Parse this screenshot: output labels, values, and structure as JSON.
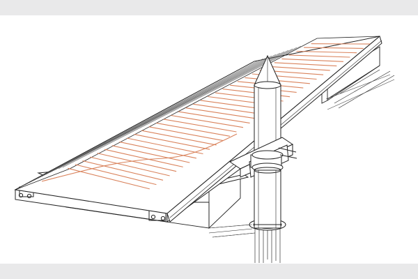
{
  "illustration": {
    "colors": {
      "background_band": "#e9e9ea",
      "panel": "#ffffff",
      "line": "#222222",
      "accent": "#d9825b",
      "shadow_hatch": "#555555"
    },
    "decking_boards": 34,
    "icons": [
      "floating-dock-structure",
      "mooring-pile",
      "pile-guide-bracket",
      "pontoon-float"
    ]
  }
}
